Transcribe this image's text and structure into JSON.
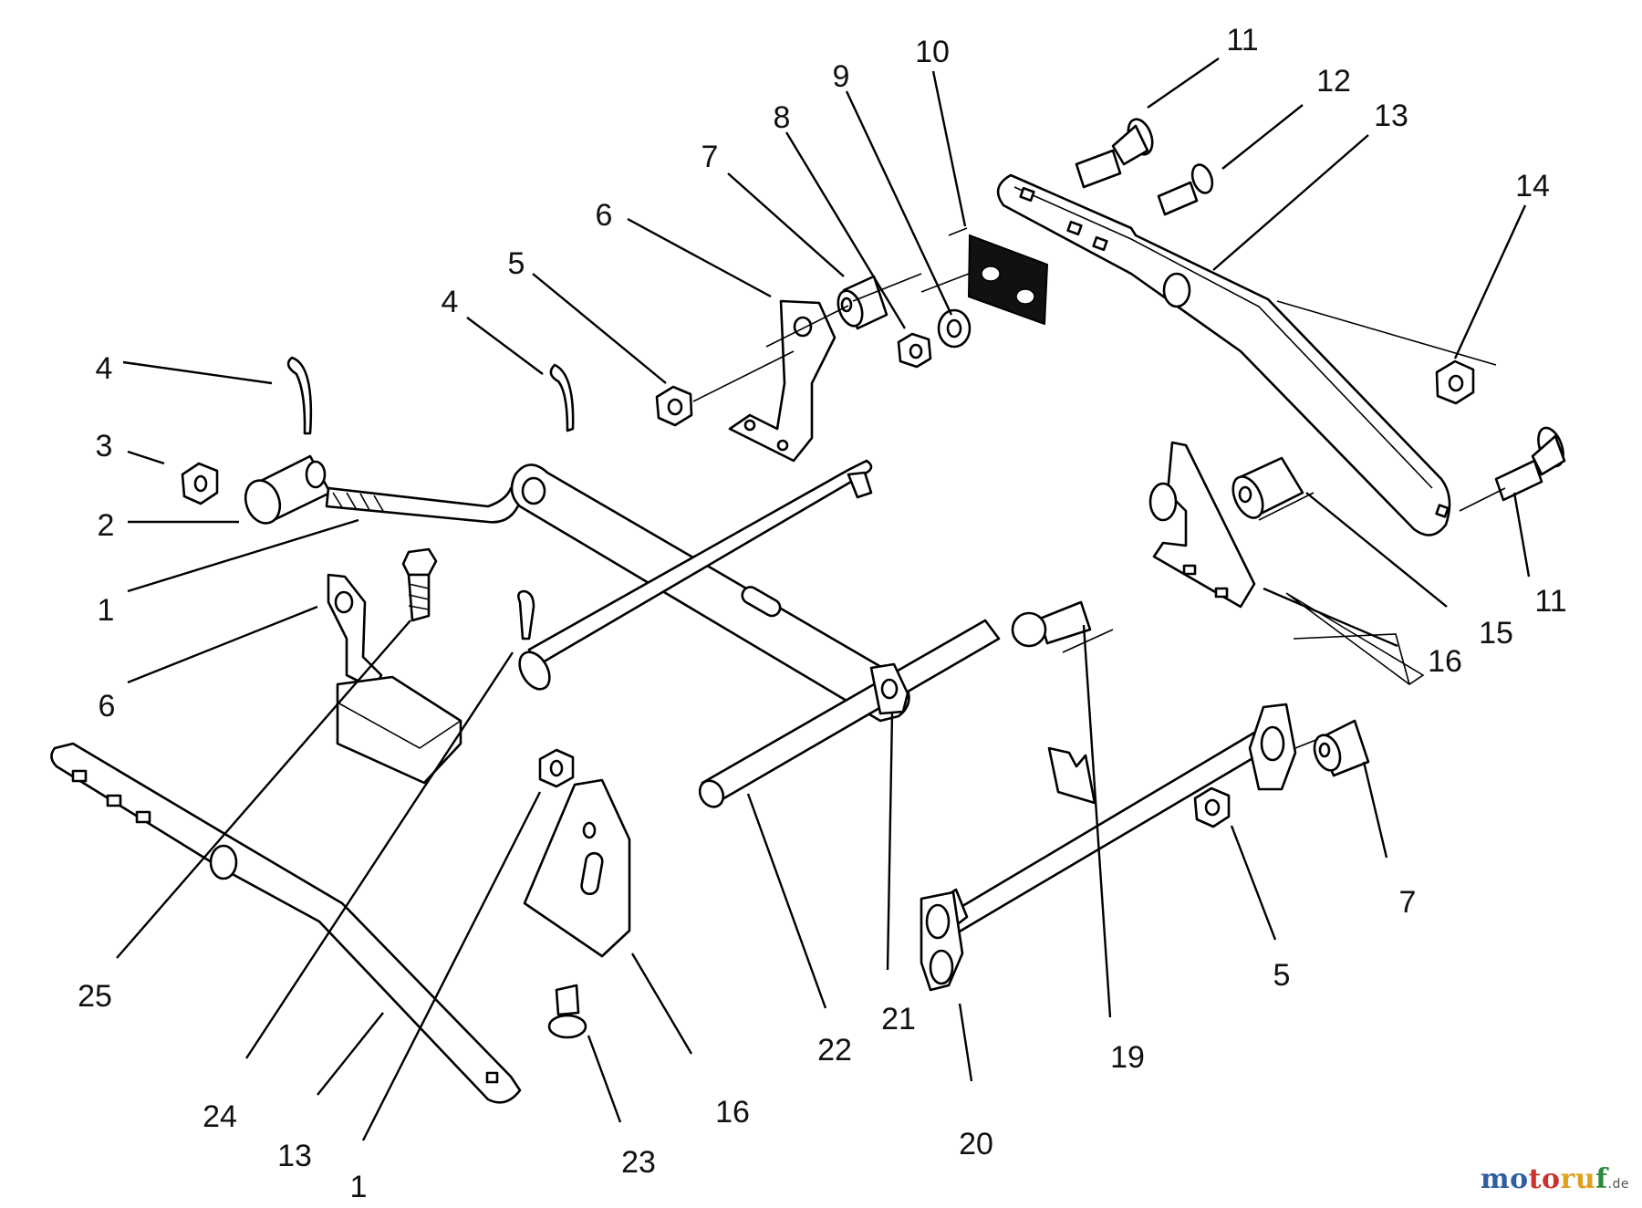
{
  "callouts": [
    {
      "id": "c11a",
      "text": "11"
    },
    {
      "id": "c10",
      "text": "10"
    },
    {
      "id": "c12",
      "text": "12"
    },
    {
      "id": "c9",
      "text": "9"
    },
    {
      "id": "c13a",
      "text": "13"
    },
    {
      "id": "c8",
      "text": "8"
    },
    {
      "id": "c14",
      "text": "14"
    },
    {
      "id": "c7a",
      "text": "7"
    },
    {
      "id": "c6a",
      "text": "6"
    },
    {
      "id": "c5a",
      "text": "5"
    },
    {
      "id": "c4a",
      "text": "4"
    },
    {
      "id": "c4b",
      "text": "4"
    },
    {
      "id": "c3",
      "text": "3"
    },
    {
      "id": "c2",
      "text": "2"
    },
    {
      "id": "c1a",
      "text": "1"
    },
    {
      "id": "c11b",
      "text": "11"
    },
    {
      "id": "c15",
      "text": "15"
    },
    {
      "id": "c16a",
      "text": "16"
    },
    {
      "id": "c6b",
      "text": "6"
    },
    {
      "id": "c7b",
      "text": "7"
    },
    {
      "id": "c5b",
      "text": "5"
    },
    {
      "id": "c25",
      "text": "25"
    },
    {
      "id": "c21",
      "text": "21"
    },
    {
      "id": "c22",
      "text": "22"
    },
    {
      "id": "c19",
      "text": "19"
    },
    {
      "id": "c24",
      "text": "24"
    },
    {
      "id": "c16b",
      "text": "16"
    },
    {
      "id": "c20",
      "text": "20"
    },
    {
      "id": "c13b",
      "text": "13"
    },
    {
      "id": "c23",
      "text": "23"
    },
    {
      "id": "c1b",
      "text": "1"
    }
  ],
  "watermark": {
    "part1": "mo",
    "part2": "to",
    "part3": "ru",
    "part4": "f",
    "tld": ".de"
  },
  "colors": {
    "line": "#000000",
    "background": "#ffffff",
    "watermark_blue": "#2f5fa0",
    "watermark_red": "#c8332c",
    "watermark_yellow": "#e0a020",
    "watermark_green": "#2a8a3c"
  }
}
